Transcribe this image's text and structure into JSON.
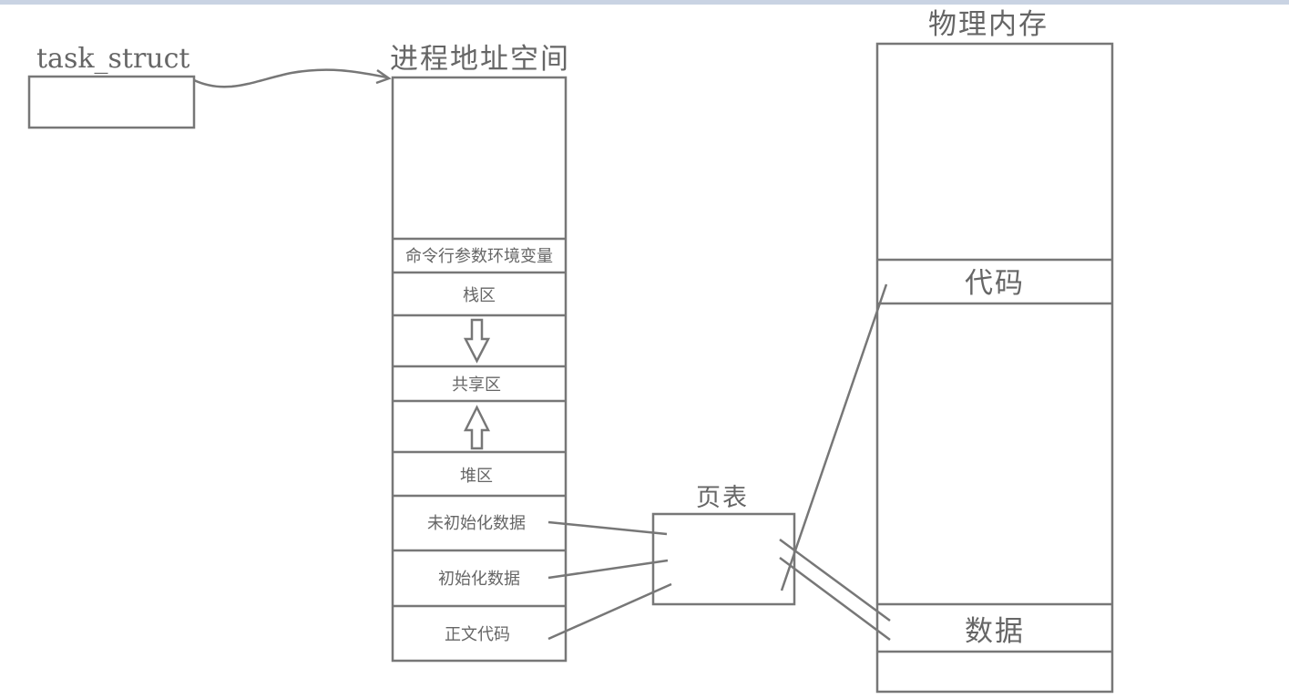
{
  "task_struct": {
    "label": "task_struct"
  },
  "address_space": {
    "title": "进程地址空间",
    "segments": {
      "env": "命令行参数环境变量",
      "stack": "栈区",
      "shared": "共享区",
      "heap": "堆区",
      "bss": "未初始化数据",
      "data": "初始化数据",
      "text": "正文代码"
    }
  },
  "page_table": {
    "title": "页表"
  },
  "physical_memory": {
    "title": "物理内存",
    "code": "代码",
    "data": "数据"
  },
  "colors": {
    "stroke": "#777777",
    "text": "#666666",
    "top_bar": "#c9d3e3"
  }
}
